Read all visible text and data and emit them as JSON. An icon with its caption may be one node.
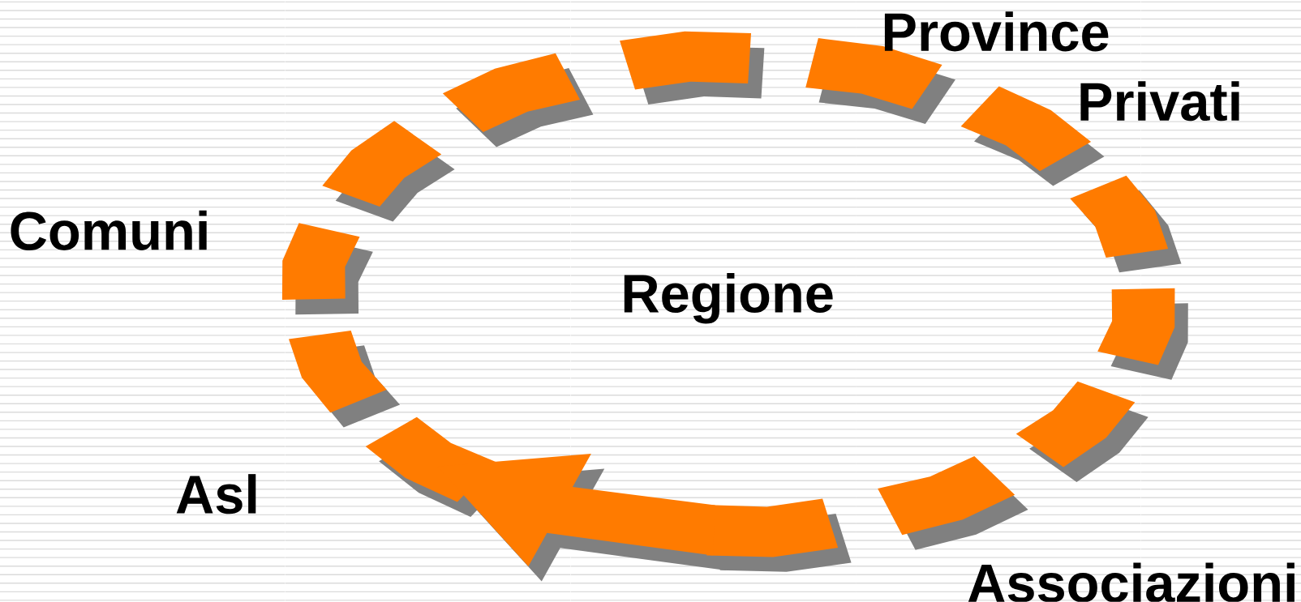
{
  "diagram": {
    "labels": [
      "Province",
      "Privati",
      "Comuni",
      "Regione",
      "Asl",
      "Associazioni"
    ]
  }
}
